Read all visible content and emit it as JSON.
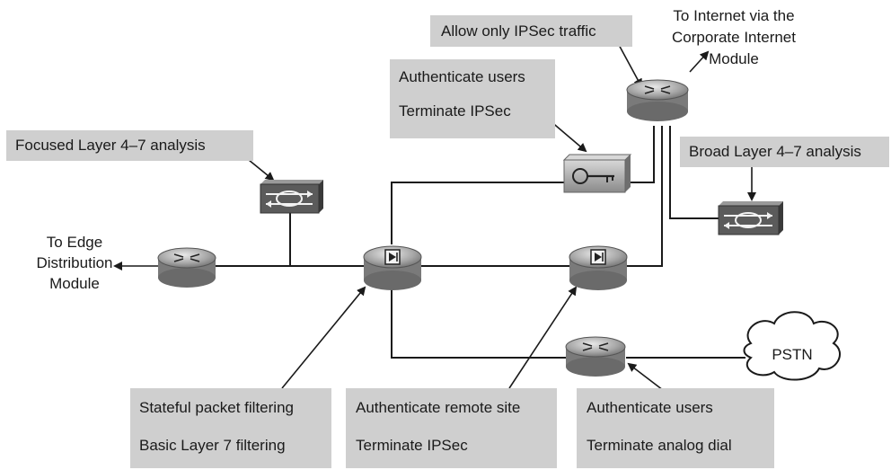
{
  "callouts": {
    "allow_ipsec": [
      "Allow only IPSec traffic"
    ],
    "vpn_concentrator": [
      "Authenticate users",
      "Terminate IPSec"
    ],
    "focused_ids": [
      "Focused Layer 4–7 analysis"
    ],
    "broad_ids": [
      "Broad Layer 4–7 analysis"
    ],
    "firewall": [
      "Stateful packet filtering",
      "Basic Layer 7 filtering"
    ],
    "remote_site": [
      "Authenticate remote site",
      "Terminate IPSec"
    ],
    "dial_access": [
      "Authenticate users",
      "Terminate analog dial"
    ]
  },
  "labels": {
    "internet": [
      "To Internet via the",
      "Corporate Internet",
      "Module"
    ],
    "edge": [
      "To Edge",
      "Distribution",
      "Module"
    ],
    "pstn": "PSTN"
  },
  "devices": {
    "edge_router": "router-icon",
    "perimeter_router": "router-icon",
    "dial_router": "router-icon",
    "vpn_concentrator": "vpn-concentrator-icon",
    "focused_ids": "ids-sensor-icon",
    "broad_ids": "ids-sensor-icon",
    "firewall_left": "firewall-icon",
    "firewall_right": "firewall-icon"
  },
  "colors": {
    "callout_fill": "#cfcfcf",
    "device_fill": "#9a9a9a",
    "line": "#1a1a1a"
  }
}
